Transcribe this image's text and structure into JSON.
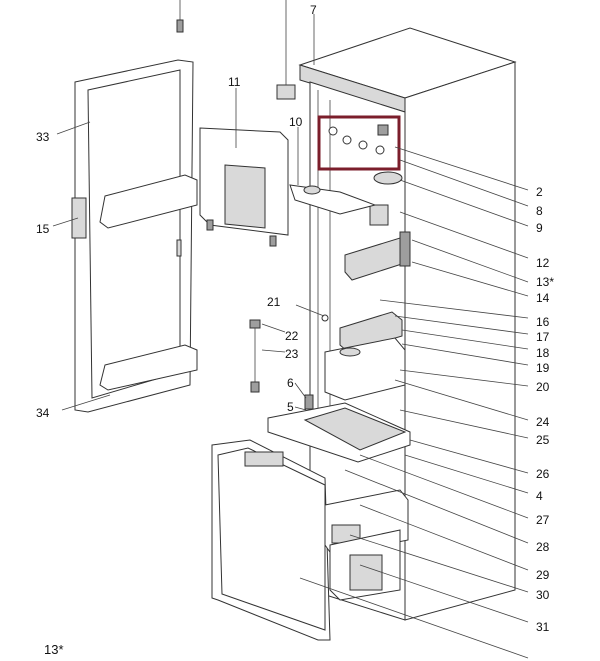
{
  "diagram": {
    "labels": [
      "7",
      "11",
      "10",
      "33",
      "15",
      "2",
      "8",
      "9",
      "12",
      "13*",
      "14",
      "21",
      "22",
      "23",
      "16",
      "17",
      "18",
      "19",
      "20",
      "6",
      "5",
      "34",
      "24",
      "25",
      "26",
      "4",
      "27",
      "28",
      "29",
      "30",
      "31"
    ],
    "footnote": "13*",
    "highlight_color": "#7b1e2b"
  }
}
